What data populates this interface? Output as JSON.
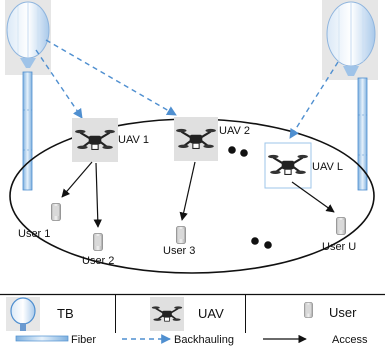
{
  "nodes": {
    "uav1": "UAV 1",
    "uav2": "UAV 2",
    "uavL": "UAV L",
    "user1": "User 1",
    "user2": "User 2",
    "user3": "User 3",
    "userU": "User U"
  },
  "legend": {
    "tb": "TB",
    "uav": "UAV",
    "user": "User",
    "fiber": "Fiber",
    "backhauling": "Backhauling",
    "access": "Access"
  },
  "colors": {
    "backhaul_link": "#4f8fd0",
    "fiber_link": "#9ec5ea",
    "access_link": "#111111",
    "balloon": "#9fc3e8"
  }
}
